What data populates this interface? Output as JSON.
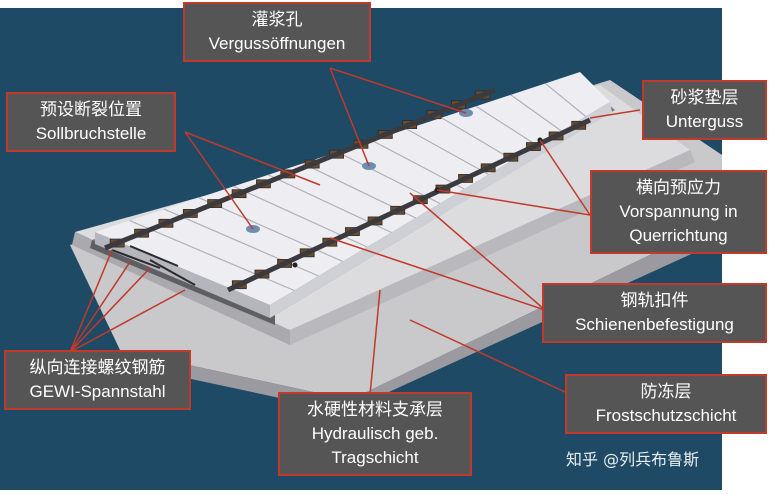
{
  "labels": {
    "grout_holes": {
      "zh": "灌浆孔",
      "de": "Vergussöffnungen"
    },
    "break_point": {
      "zh": "预设断裂位置",
      "de": "Sollbruchstelle"
    },
    "mortar_layer": {
      "zh": "砂浆垫层",
      "de": "Unterguss"
    },
    "prestress": {
      "zh": "横向预应力",
      "de1": "Vorspannung in",
      "de2": "Querrichtung"
    },
    "fastening": {
      "zh": "钢轨扣件",
      "de": "Schienenbefestigung"
    },
    "gewi": {
      "zh": "纵向连接螺纹钢筋",
      "de": "GEWI-Spannstahl"
    },
    "hydraulic": {
      "zh": "水硬性材料支承层",
      "de1": "Hydraulisch geb.",
      "de2": "Tragschicht"
    },
    "frost": {
      "zh": "防冻层",
      "de": "Frostschutzschicht"
    }
  },
  "watermark": "知乎 @列兵布鲁斯",
  "colors": {
    "background": "#1f4a66",
    "label_fill": "#555555",
    "label_border": "#c0392b",
    "leader_line": "#c0392b"
  }
}
